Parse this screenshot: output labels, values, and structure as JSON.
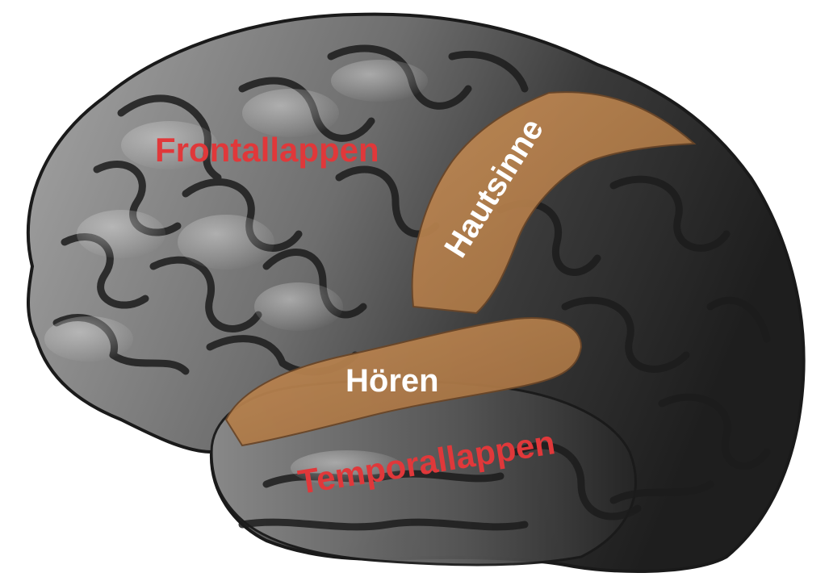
{
  "labels": {
    "frontal": "Frontallappen",
    "skin_senses": "Hautsinne",
    "hearing": "Hören",
    "temporal": "Temporallappen"
  },
  "colors": {
    "background": "#ffffff",
    "brain_light": "#9a9a9a",
    "brain_dark": "#2a2a2a",
    "highlight_region": "#b07a48",
    "lobe_label": "#e0383a",
    "region_label": "#ffffff"
  }
}
